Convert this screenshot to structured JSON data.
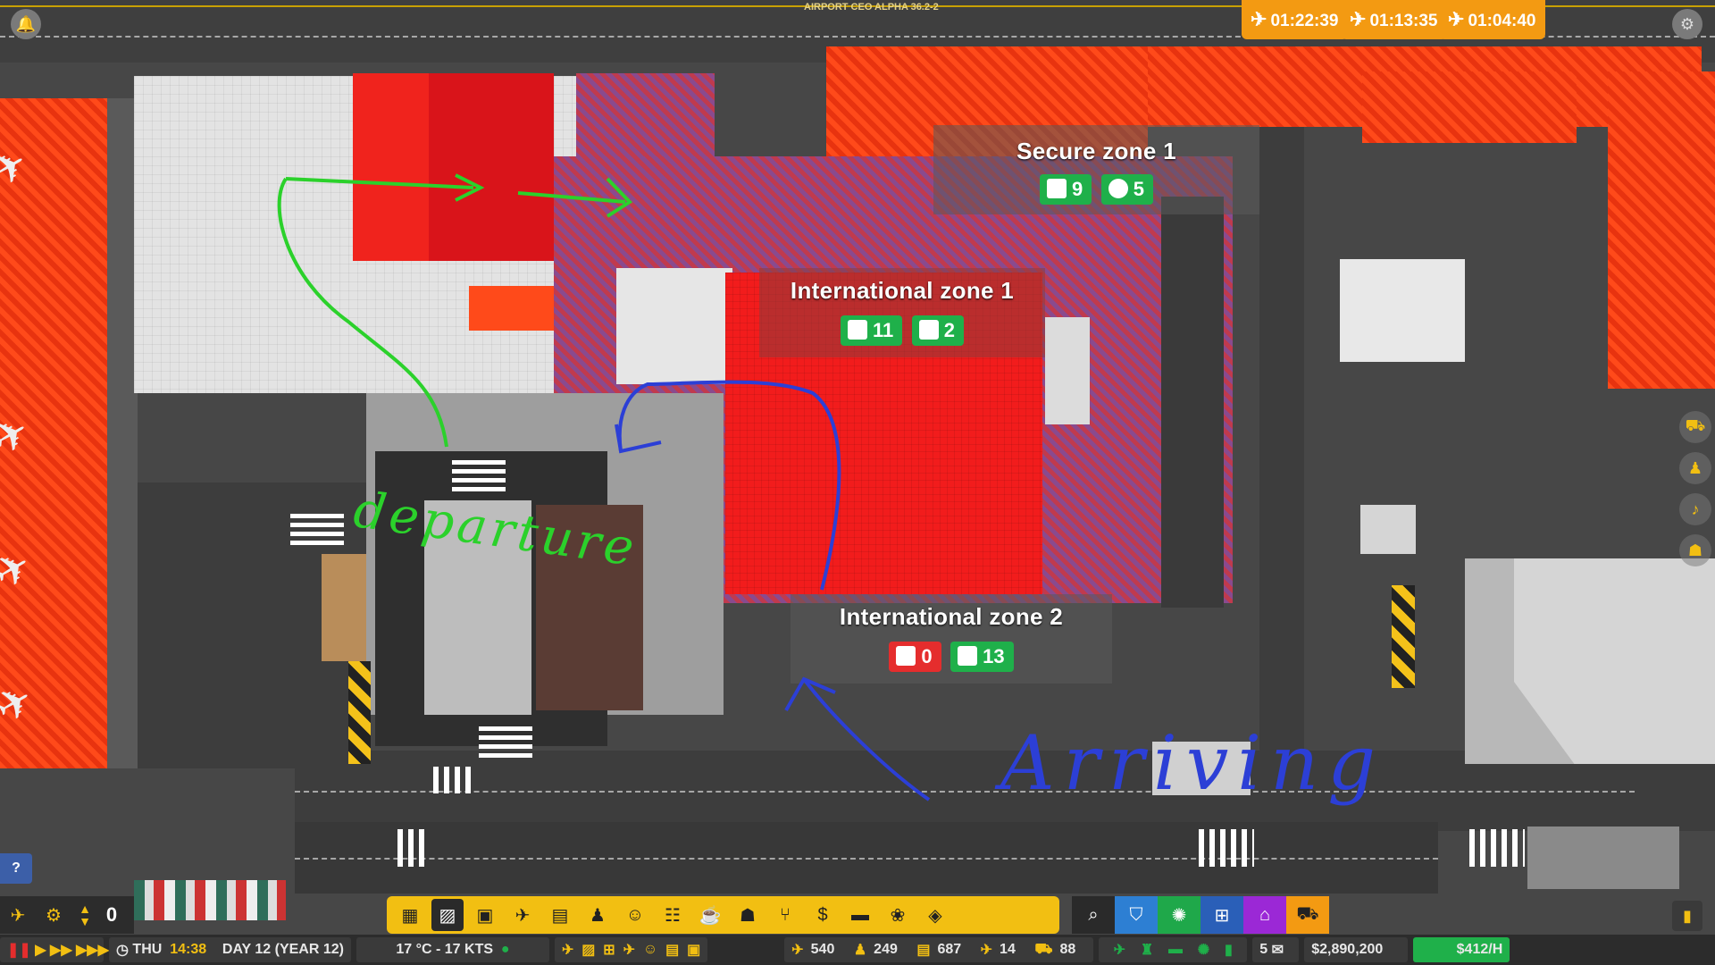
{
  "map_header": {
    "label": "AIRPORT CEO ALPHA 36.2-2"
  },
  "flights": [
    {
      "time": "01:22:39",
      "icon": "plane-icon"
    },
    {
      "time": "01:13:35",
      "icon": "plane-icon"
    },
    {
      "time": "01:04:40",
      "icon": "plane-icon"
    }
  ],
  "zones": {
    "secure1": {
      "title": "Secure zone 1",
      "badges": [
        {
          "icon": "shield-icon",
          "value": "9",
          "color": "green"
        },
        {
          "icon": "no-entry-icon",
          "value": "5",
          "color": "green"
        }
      ]
    },
    "intl1": {
      "title": "International zone 1",
      "badges": [
        {
          "icon": "passport-control-icon",
          "value": "11",
          "color": "green"
        },
        {
          "icon": "passport-control-icon",
          "value": "2",
          "color": "green"
        }
      ]
    },
    "intl2": {
      "title": "International zone 2",
      "badges": [
        {
          "icon": "passport-control-icon",
          "value": "0",
          "color": "red"
        },
        {
          "icon": "passport-control-icon",
          "value": "13",
          "color": "green"
        }
      ]
    }
  },
  "annotations": {
    "departure": "departure",
    "arriving": "Arriving"
  },
  "left_tools": {
    "counter": "0",
    "help": "?"
  },
  "toolbar": {
    "tools": [
      "check-in-desk-icon",
      "zone-icon",
      "bus-icon",
      "airplane-icon",
      "baggage-icon",
      "staff-icon",
      "people-icon",
      "passport-control-icon",
      "food-icon",
      "shop-icon",
      "restaurant-icon",
      "money-icon",
      "seating-icon",
      "plant-icon",
      "layers-icon"
    ],
    "right_tools": [
      "search-icon",
      "security-icon",
      "weather-icon",
      "grid-icon",
      "structure-icon",
      "vehicle-icon"
    ]
  },
  "status": {
    "day": "THU",
    "time": "14:38",
    "date": "DAY 12 (YEAR 12)",
    "weather": "17 °C - 17 KTS",
    "stats": [
      {
        "icon": "departure-icon",
        "value": "540"
      },
      {
        "icon": "person-icon",
        "value": "249"
      },
      {
        "icon": "bag-icon",
        "value": "687"
      },
      {
        "icon": "plane-icon",
        "value": "14"
      },
      {
        "icon": "car-icon",
        "value": "88"
      }
    ],
    "messages": "5",
    "money": "$2,890,200",
    "income": "$412/H"
  },
  "colors": {
    "toolbar": "#f2bf12",
    "flight": "#f39a12",
    "badge_green": "#1fb04a",
    "badge_red": "#e52d2d",
    "annotation_green": "#2bd12b",
    "annotation_blue": "#2c3fd6"
  }
}
